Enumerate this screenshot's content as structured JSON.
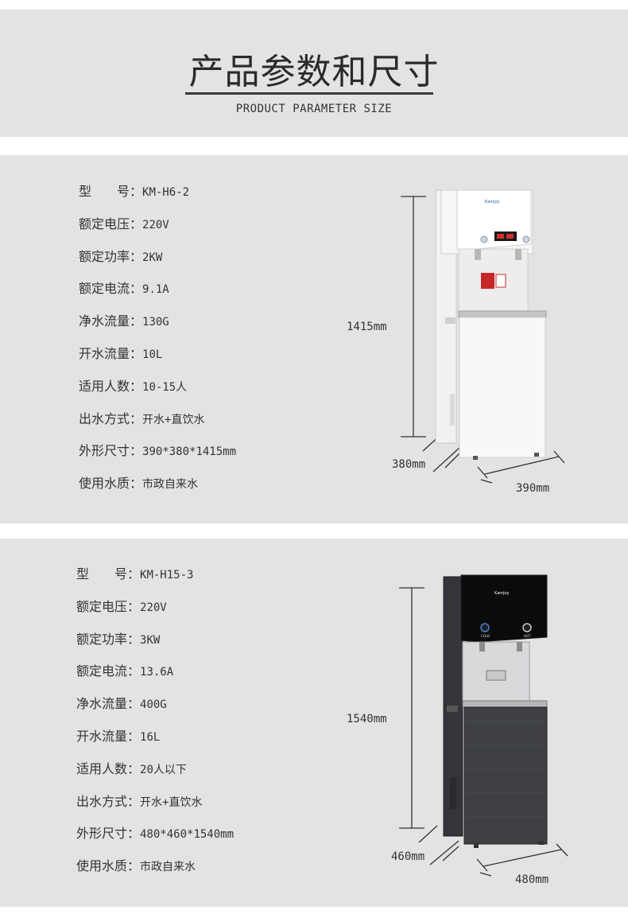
{
  "header": {
    "title": "产品参数和尺寸",
    "subtitle": "PRODUCT PARAMETER SIZE"
  },
  "products": [
    {
      "specs": [
        {
          "key": "型　　号：",
          "value": "KM-H6-2"
        },
        {
          "key": "额定电压：",
          "value": "220V"
        },
        {
          "key": "额定功率：",
          "value": "2KW"
        },
        {
          "key": "额定电流：",
          "value": "9.1A"
        },
        {
          "key": "净水流量：",
          "value": "130G"
        },
        {
          "key": "开水流量：",
          "value": "10L"
        },
        {
          "key": "适用人数：",
          "value": "10-15人"
        },
        {
          "key": "出水方式：",
          "value": "开水+直饮水"
        },
        {
          "key": "外形尺寸：",
          "value": "390*380*1415mm"
        },
        {
          "key": "使用水质：",
          "value": "市政自来水"
        }
      ],
      "dims": {
        "height": "1415mm",
        "depth": "380mm",
        "width": "390mm"
      },
      "finish": "white",
      "colors": {
        "body": "#f4f4f4",
        "panel_accent": "#c62828"
      }
    },
    {
      "specs": [
        {
          "key": "型　　号：",
          "value": "KM-H15-3"
        },
        {
          "key": "额定电压：",
          "value": "220V"
        },
        {
          "key": "额定功率：",
          "value": "3KW"
        },
        {
          "key": "额定电流：",
          "value": "13.6A"
        },
        {
          "key": "净水流量：",
          "value": "400G"
        },
        {
          "key": "开水流量：",
          "value": "16L"
        },
        {
          "key": "适用人数：",
          "value": "20人以下"
        },
        {
          "key": "出水方式：",
          "value": "开水+直饮水"
        },
        {
          "key": "外形尺寸：",
          "value": "480*460*1540mm"
        },
        {
          "key": "使用水质：",
          "value": "市政自来水"
        }
      ],
      "dims": {
        "height": "1540mm",
        "depth": "460mm",
        "width": "480mm"
      },
      "finish": "dark-grey",
      "colors": {
        "body": "#3e3f42",
        "panel": "#0a0a0a"
      },
      "faucet_labels": {
        "cold": "COLD",
        "hot": "HOT"
      }
    }
  ]
}
